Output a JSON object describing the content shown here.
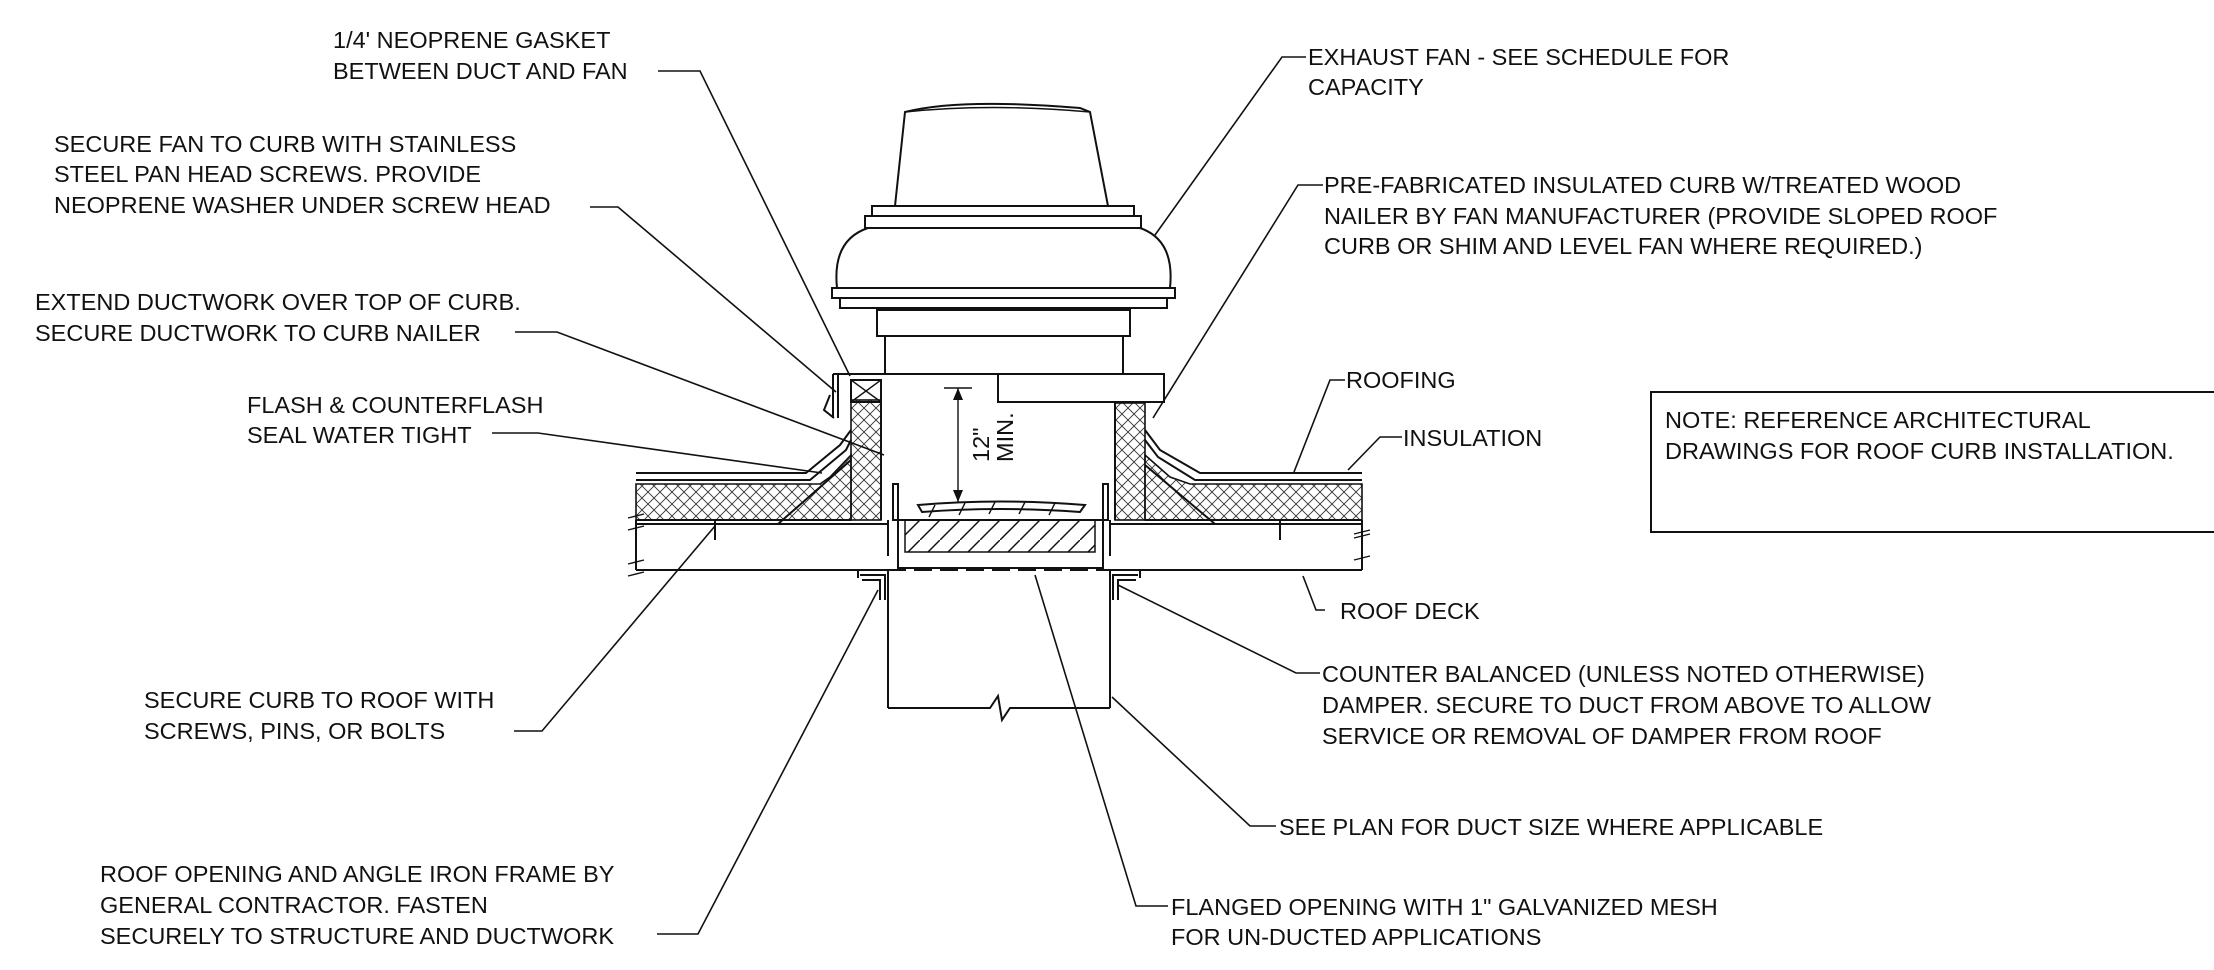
{
  "labels": {
    "gasket": [
      "1/4' NEOPRENE GASKET",
      "BETWEEN DUCT AND FAN"
    ],
    "secure_fan": [
      "SECURE FAN TO CURB WITH STAINLESS",
      "STEEL PAN HEAD SCREWS. PROVIDE",
      "NEOPRENE WASHER UNDER SCREW HEAD"
    ],
    "extend_duct": [
      "EXTEND DUCTWORK OVER TOP OF CURB.",
      "SECURE DUCTWORK TO CURB NAILER"
    ],
    "flash": [
      "FLASH & COUNTERFLASH",
      "SEAL WATER TIGHT"
    ],
    "secure_curb": [
      "SECURE CURB TO ROOF WITH",
      "SCREWS, PINS, OR BOLTS"
    ],
    "roof_opening": [
      "ROOF OPENING AND ANGLE IRON FRAME BY",
      "GENERAL CONTRACTOR. FASTEN",
      "SECURELY TO STRUCTURE AND DUCTWORK"
    ],
    "exhaust_fan": [
      "EXHAUST FAN - SEE SCHEDULE FOR",
      "CAPACITY"
    ],
    "curb": [
      "PRE-FABRICATED INSULATED CURB W/TREATED WOOD",
      "NAILER BY FAN MANUFACTURER (PROVIDE SLOPED ROOF",
      "CURB OR SHIM AND LEVEL FAN WHERE REQUIRED.)"
    ],
    "roofing": [
      "ROOFING"
    ],
    "insulation": [
      "INSULATION"
    ],
    "roof_deck": [
      "ROOF DECK"
    ],
    "damper": [
      "COUNTER BALANCED (UNLESS NOTED OTHERWISE)",
      "DAMPER. SECURE TO DUCT FROM ABOVE TO ALLOW",
      "SERVICE OR REMOVAL OF DAMPER FROM ROOF"
    ],
    "duct_size": [
      "SEE PLAN FOR DUCT SIZE WHERE APPLICABLE"
    ],
    "flanged": [
      "FLANGED OPENING WITH 1\" GALVANIZED MESH",
      "FOR UN-DUCTED APPLICATIONS"
    ]
  },
  "dimension": {
    "value": "12\"",
    "qualifier": "MIN."
  },
  "note": [
    "NOTE: REFERENCE ARCHITECTURAL",
    "DRAWINGS FOR ROOF CURB INSTALLATION."
  ]
}
